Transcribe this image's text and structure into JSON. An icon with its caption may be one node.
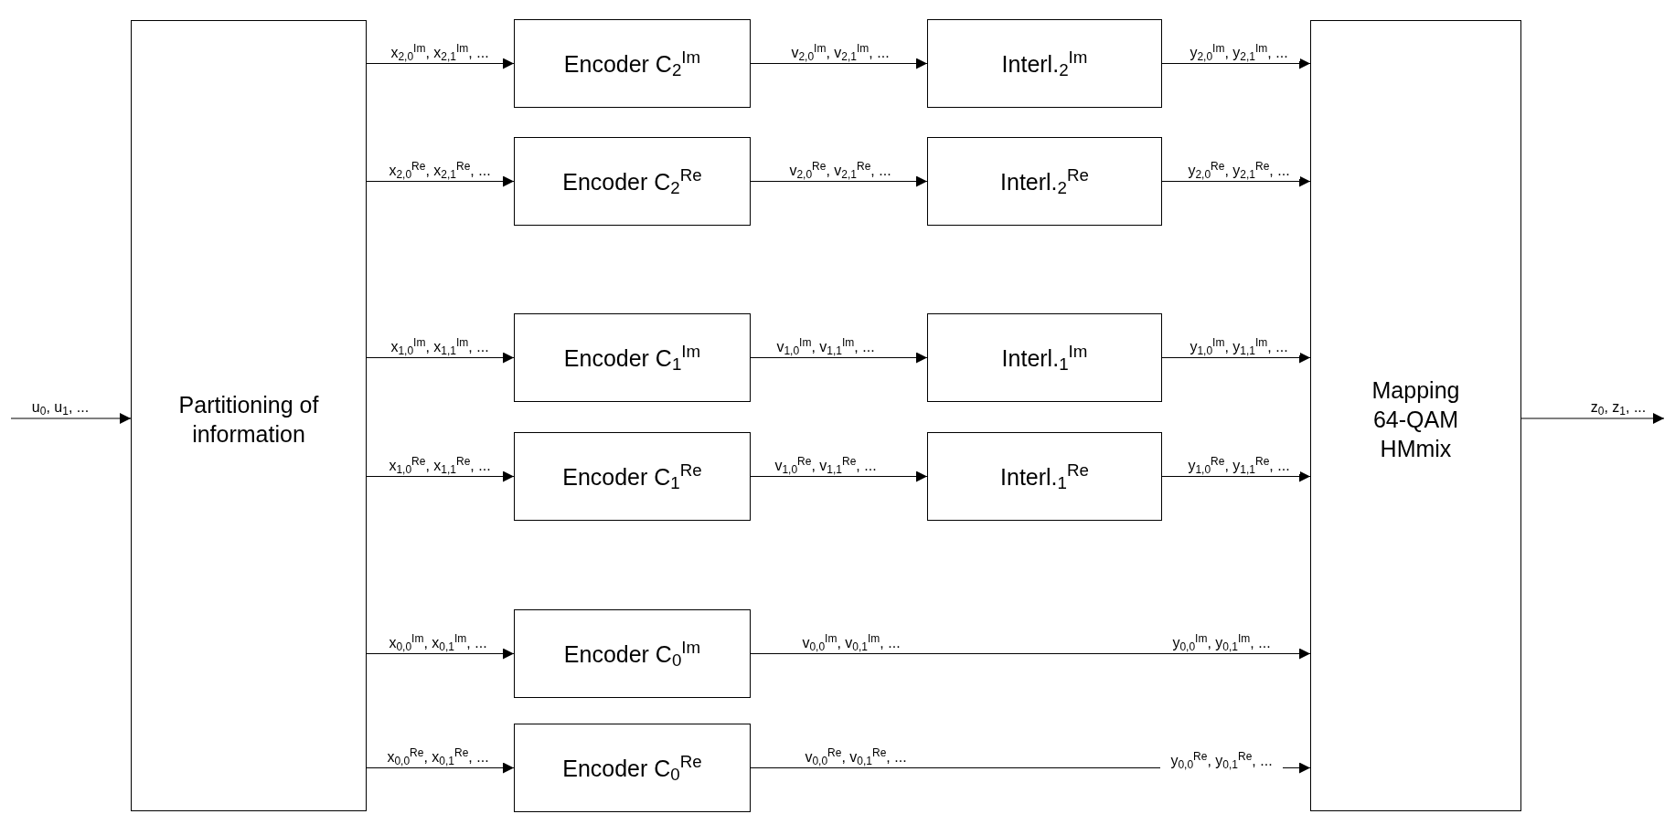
{
  "diagram": {
    "nodes": [
      {
        "text": [
          "Partitioning of information"
        ]
      },
      {
        "text": [
          "Encoder C$_{2}$$^{Im}$"
        ]
      },
      {
        "text": [
          "Interl.$_{2}$$^{Im}$"
        ]
      },
      {
        "text": [
          "Encoder C$_{2}$$^{Re}$"
        ]
      },
      {
        "text": [
          "Interl.$_{2}$$^{Re}$"
        ]
      },
      {
        "text": [
          "Encoder C$_{1}$$^{Im}$"
        ]
      },
      {
        "text": [
          "Interl.$_{1}$$^{Im}$"
        ]
      },
      {
        "text": [
          "Encoder C$_{1}$$^{Re}$"
        ]
      },
      {
        "text": [
          "Interl.$_{1}$$^{Re}$"
        ]
      },
      {
        "text": [
          "Encoder C$_{0}$$^{Im}$"
        ]
      },
      {
        "text": [
          "Encoder C$_{0}$$^{Re}$"
        ]
      },
      {
        "text": [
          "Mapping 64-QAM HMmix"
        ]
      }
    ],
    "edges": [
      {
        "from": null,
        "to": 0,
        "arrow": "to",
        "label": "u$_{0}$, u$_{1}$, ..."
      },
      {
        "from": 0,
        "to": 1,
        "arrow": "to",
        "label": "x$_{2,0}$$^{Im}$, x$_{2,1}$$^{Im}$, ..."
      },
      {
        "from": 1,
        "to": 2,
        "arrow": "to",
        "label": "v$_{2,0}$$^{Im}$, v$_{2,1}$$^{Im}$, ..."
      },
      {
        "from": 2,
        "to": 11,
        "arrow": "to",
        "label": "y$_{2,0}$$^{Im}$, y$_{2,1}$$^{Im}$, ..."
      },
      {
        "from": 0,
        "to": 3,
        "arrow": "to",
        "label": "x$_{2,0}$$^{Re}$, x$_{2,1}$$^{Re}$, ..."
      },
      {
        "from": 3,
        "to": 4,
        "arrow": "to",
        "label": "v$_{2,0}$$^{Re}$, v$_{2,1}$$^{Re}$, ..."
      },
      {
        "from": 4,
        "to": 11,
        "arrow": "to",
        "label": "y$_{2,0}$$^{Re}$, y$_{2,1}$$^{Re}$, ..."
      },
      {
        "from": 0,
        "to": 5,
        "arrow": "to",
        "label": "x$_{1,0}$$^{Im}$, x$_{1,1}$$^{Im}$, ..."
      },
      {
        "from": 5,
        "to": 6,
        "arrow": "to",
        "label": "v$_{1,0}$$^{Im}$, v$_{1,1}$$^{Im}$, ..."
      },
      {
        "from": 6,
        "to": 11,
        "arrow": "to",
        "label": "y$_{1,0}$$^{Im}$, y$_{1,1}$$^{Im}$, ..."
      },
      {
        "from": 0,
        "to": 7,
        "arrow": "to",
        "label": "x$_{1,0}$$^{Re}$, x$_{1,1}$$^{Re}$, ..."
      },
      {
        "from": 7,
        "to": 8,
        "arrow": "to",
        "label": "v$_{1,0}$$^{Re}$, v$_{1,1}$$^{Re}$, ..."
      },
      {
        "from": 8,
        "to": 11,
        "arrow": "to",
        "label": "y$_{1,0}$$^{Re}$, y$_{1,1}$$^{Re}$, ..."
      },
      {
        "from": 0,
        "to": 9,
        "arrow": "to",
        "label": "x$_{0,0}$$^{Im}$, x$_{0,1}$$^{Im}$, ..."
      },
      {
        "from": 9,
        "to": 11,
        "arrow": "to",
        "label": "v$_{0,0}$$^{Im}$, v$_{0,1}$$^{Im}$, ..."
      },
      {
        "from": 0,
        "to": 10,
        "arrow": "to",
        "label": "x$_{0,0}$$^{Re}$, x$_{0,1}$$^{Re}$, ..."
      },
      {
        "from": 10,
        "to": 11,
        "arrow": "to",
        "label": "v$_{0,0}$$^{Re}$, v$_{0,1}$$^{Re}$, ..."
      },
      {
        "from": 11,
        "to": null,
        "arrow": "to",
        "label": "z$_{0}$, z$_{1}$, ..."
      }
    ],
    "labels": [
      "y$_{0,0}$$^{Im}$, y$_{0,1}$$^{Im}$, ...",
      "y$_{0,0}$$^{Re}$, y$_{0,1}$$^{Re}$, ..."
    ]
  }
}
